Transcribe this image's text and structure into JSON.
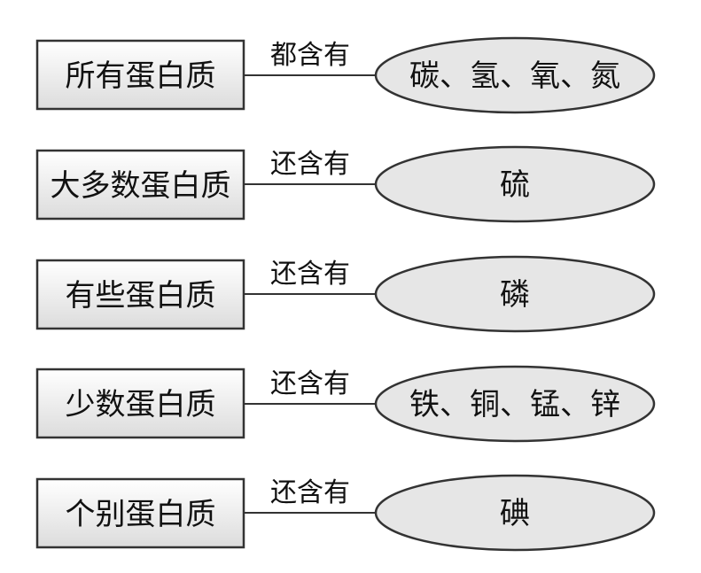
{
  "rows": [
    {
      "subject": "所有蛋白质",
      "relation": "都含有",
      "elements": "碳、氢、氧、氮"
    },
    {
      "subject": "大多数蛋白质",
      "relation": "还含有",
      "elements": "硫"
    },
    {
      "subject": "有些蛋白质",
      "relation": "还含有",
      "elements": "磷"
    },
    {
      "subject": "少数蛋白质",
      "relation": "还含有",
      "elements": "铁、铜、锰、锌"
    },
    {
      "subject": "个别蛋白质",
      "relation": "还含有",
      "elements": "碘"
    }
  ],
  "colors": {
    "box_fill_top": "#ffffff",
    "box_fill_bottom": "#dcdcdc",
    "ellipse_fill": "#e6e6e6",
    "stroke": "#333333"
  }
}
